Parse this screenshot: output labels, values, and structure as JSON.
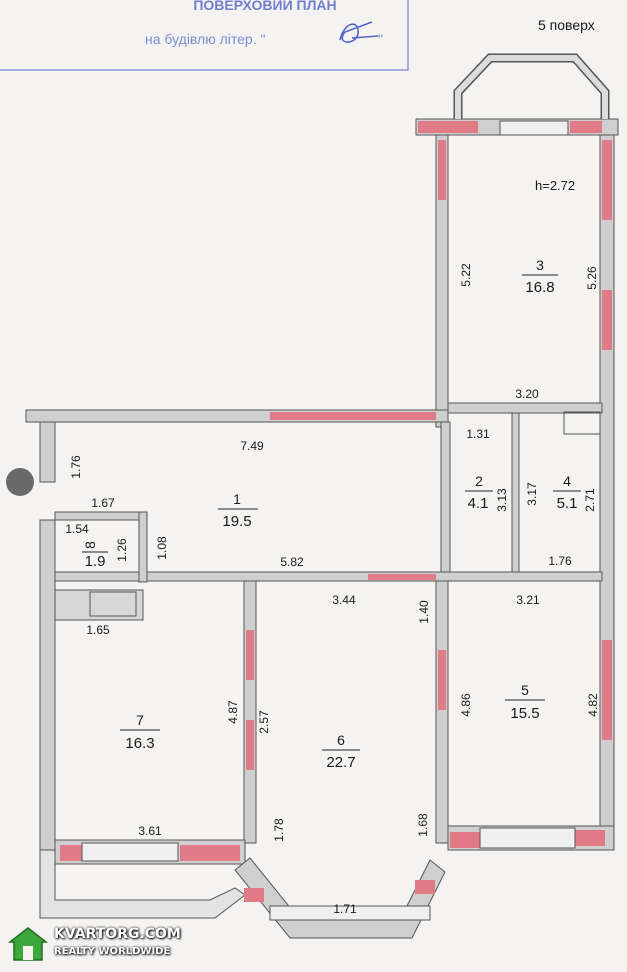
{
  "stamp": {
    "title": "ПОВЕРХОВИЙ ПЛАН",
    "subtitle": "на будівлю літер. \"",
    "subtitle_end": "\""
  },
  "floor_label": "5 поверх",
  "ceiling_height": "h=2.72",
  "rooms": [
    {
      "number": "1",
      "area": "19.5"
    },
    {
      "number": "2",
      "area": "4.1"
    },
    {
      "number": "3",
      "area": "16.8"
    },
    {
      "number": "4",
      "area": "5.1"
    },
    {
      "number": "5",
      "area": "15.5"
    },
    {
      "number": "6",
      "area": "22.7"
    },
    {
      "number": "7",
      "area": "16.3"
    },
    {
      "number": "8",
      "area": "1.9"
    }
  ],
  "dimensions": {
    "d522": "5.22",
    "d526": "5.26",
    "d320": "3.20",
    "d131": "1.31",
    "d313": "3.13",
    "d317": "3.17",
    "d271": "2.71",
    "d176b": "1.76",
    "d749": "7.49",
    "d176": "1.76",
    "d167": "1.67",
    "d154": "1.54",
    "d126": "1.26",
    "d108": "1.08",
    "d582": "5.82",
    "d344": "3.44",
    "d140": "1.40",
    "d321": "3.21",
    "d165": "1.65",
    "d487": "4.87",
    "d257": "2.57",
    "d486": "4.86",
    "d482": "4.82",
    "d361": "3.61",
    "d178": "1.78",
    "d168": "1.68",
    "d171": "1.71"
  },
  "watermark": {
    "brand": "KVARTORG.COM",
    "tagline": "REALTY WORLDWIDE"
  },
  "colors": {
    "paper": "#f4f3f1",
    "wall": "#cfcfcf",
    "wall_accent": "#e07a86",
    "stamp": "#7d8cd4",
    "watermark_green": "#3aa83a"
  }
}
